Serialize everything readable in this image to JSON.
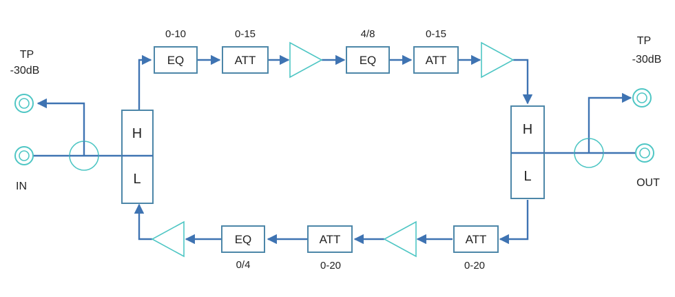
{
  "colors": {
    "wire": "#3e73b2",
    "box_outline": "#4c86a8",
    "component_outline": "#4ec6c4",
    "text": "#222222"
  },
  "ports": {
    "tp_in_label": "TP",
    "tp_in_level": "-30dB",
    "in_label": "IN",
    "tp_out_label": "TP",
    "tp_out_level": "-30dB",
    "out_label": "OUT"
  },
  "diplexers": {
    "high_label": "H",
    "low_label": "L"
  },
  "forward_path": {
    "eq1": {
      "label": "EQ",
      "range": "0-10"
    },
    "att1": {
      "label": "ATT",
      "range": "0-15"
    },
    "eq2": {
      "label": "EQ",
      "range": "4/8"
    },
    "att2": {
      "label": "ATT",
      "range": "0-15"
    }
  },
  "return_path": {
    "att1": {
      "label": "ATT",
      "range": "0-20"
    },
    "att2": {
      "label": "ATT",
      "range": "0-20"
    },
    "eq": {
      "label": "EQ",
      "range": "0/4"
    }
  }
}
